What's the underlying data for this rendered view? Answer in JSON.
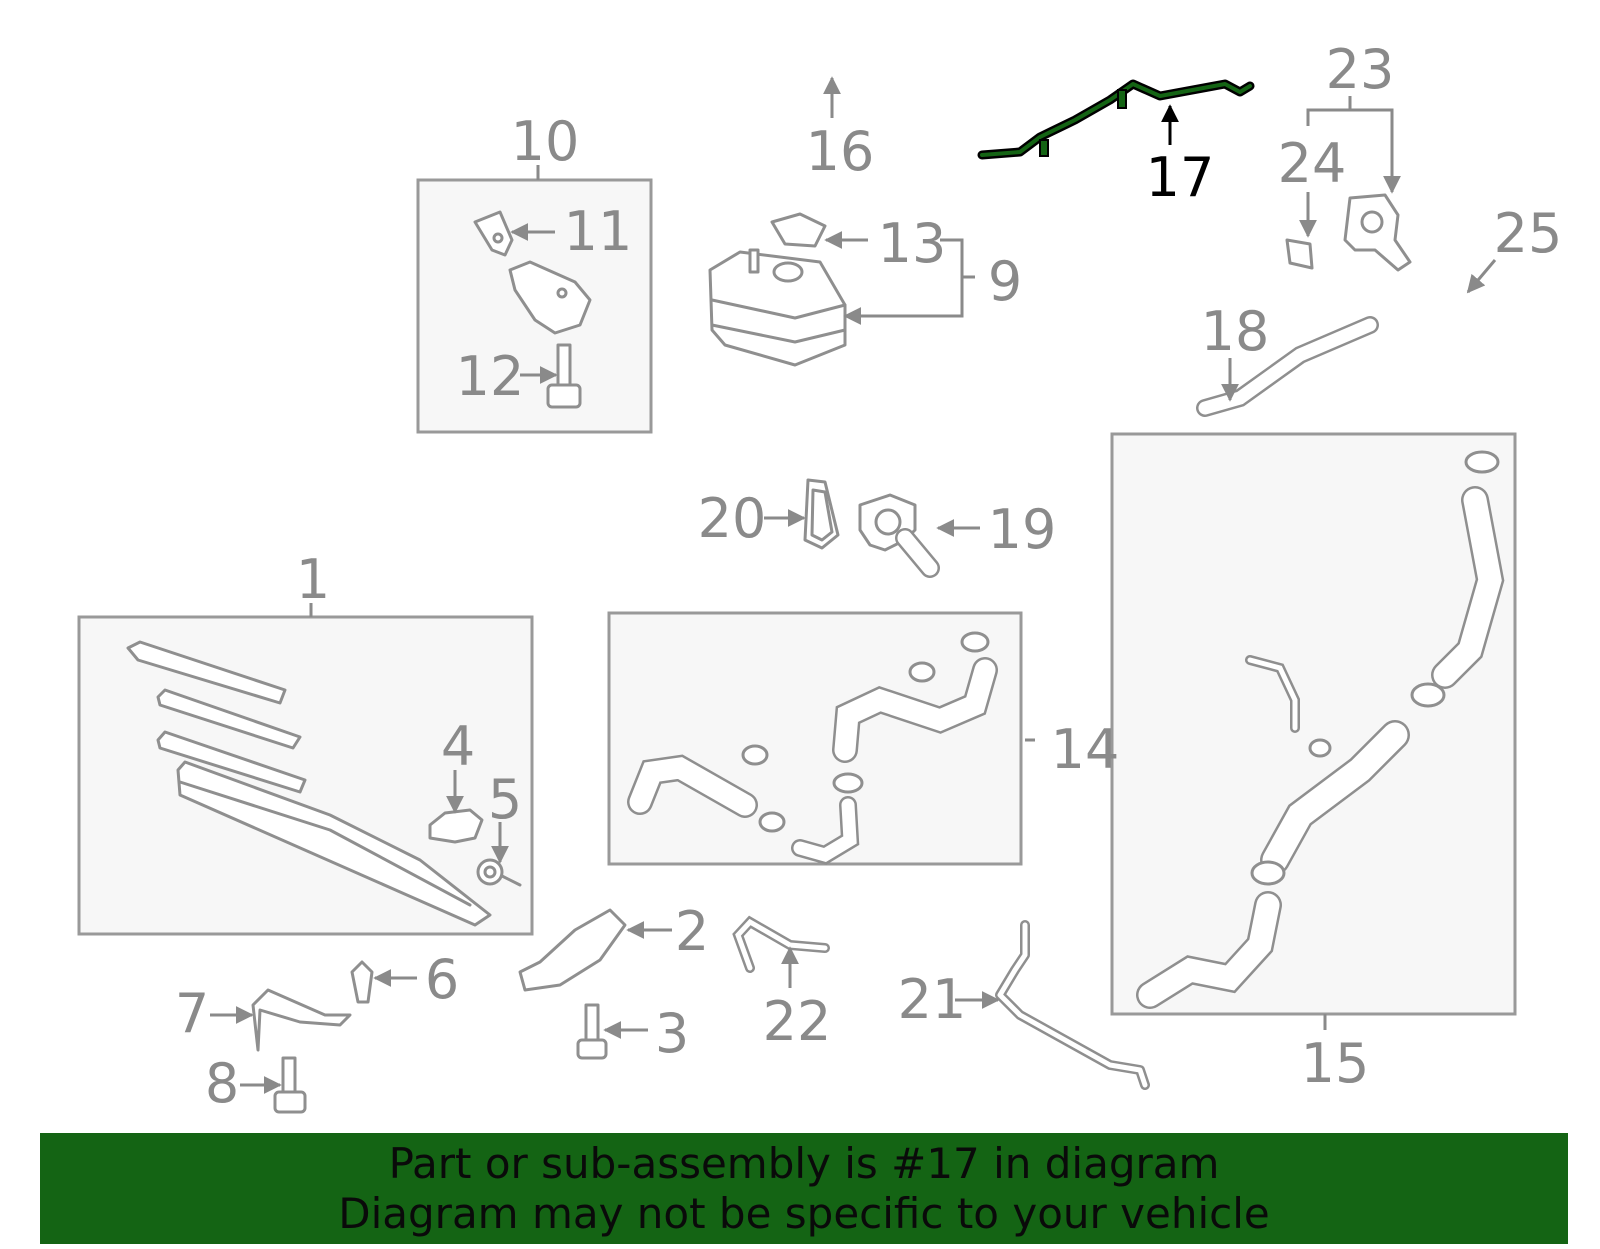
{
  "diagram": {
    "highlight_color": "#146414",
    "highlighted_part": "17",
    "callouts": [
      "1",
      "2",
      "3",
      "4",
      "5",
      "6",
      "7",
      "8",
      "9",
      "10",
      "11",
      "12",
      "13",
      "14",
      "15",
      "16",
      "17",
      "18",
      "19",
      "20",
      "21",
      "22",
      "23",
      "24",
      "25"
    ]
  },
  "banner": {
    "line1": "Part or sub-assembly is #17 in diagram",
    "line2": "Diagram may not be specific to your vehicle",
    "background": "#146414"
  }
}
